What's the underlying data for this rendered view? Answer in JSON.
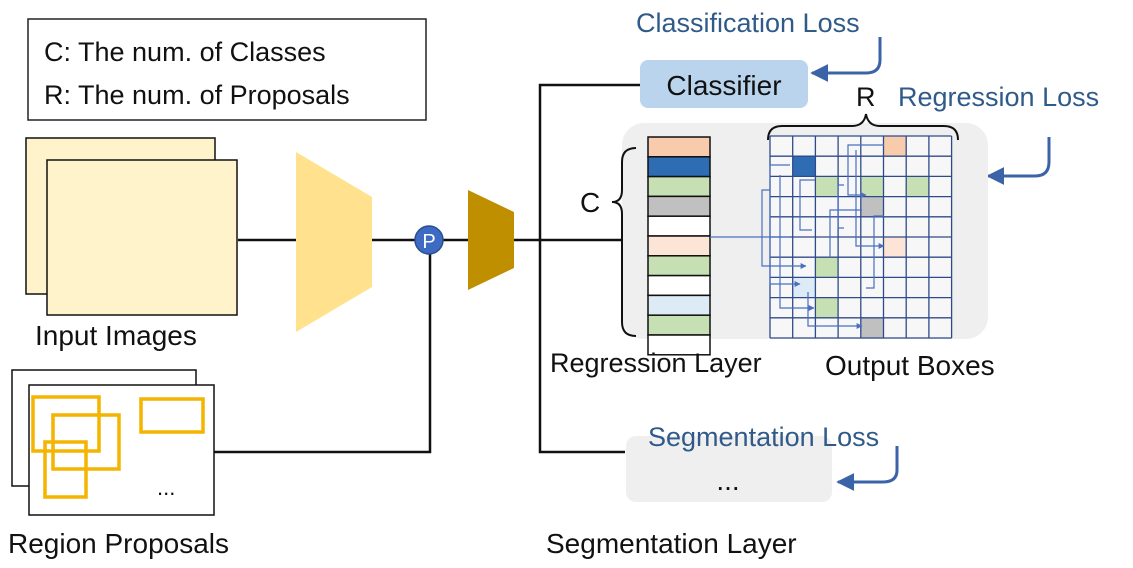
{
  "legend": {
    "line1": "C: The num. of Classes",
    "line2": "R: The num. of Proposals"
  },
  "labels": {
    "input_images": "Input Images",
    "region_proposals": "Region Proposals",
    "proposal_dots": "...",
    "pooling": "P",
    "classifier": "Classifier",
    "classification_loss": "Classification Loss",
    "regression_loss": "Regression Loss",
    "segmentation_loss": "Segmentation Loss",
    "regression_layer": "Regression Layer",
    "output_boxes": "Output Boxes",
    "segmentation_layer": "Segmentation Layer",
    "segmentation_dots": "...",
    "c_brace": "C",
    "r_brace": "R"
  },
  "colors": {
    "loss_text": "#2f5a8a",
    "loss_arrow": "#3a63a8",
    "image_fill": "#fff3cc",
    "proposal_box": "#f4b400",
    "backbone": "#ffe18e",
    "head": "#bf8f00",
    "pool_node": "#3d6bc4",
    "classifier_fill": "#b9d4ec",
    "panel_fill": "#efefef",
    "grid_line": "#2f4a8a",
    "connector": "#4a6fc0"
  },
  "regression_cells": [
    "#f8cbad",
    "#2e6db4",
    "#c6e0b4",
    "#c0c0c0",
    "#ffffff",
    "#fce4d6",
    "#c6e0b4",
    "#ffffff",
    "#ddebf7",
    "#c6e0b4",
    "#ffffff"
  ],
  "output_grid": {
    "cols": 8,
    "rows": 10,
    "cells": [
      {
        "col": 5,
        "row": 0,
        "color": "#f8cbad"
      },
      {
        "col": 1,
        "row": 1,
        "color": "#2e6db4"
      },
      {
        "col": 2,
        "row": 2,
        "color": "#c6e0b4"
      },
      {
        "col": 4,
        "row": 2,
        "color": "#c6e0b4"
      },
      {
        "col": 6,
        "row": 2,
        "color": "#c6e0b4"
      },
      {
        "col": 4,
        "row": 3,
        "color": "#c0c0c0"
      },
      {
        "col": 5,
        "row": 5,
        "color": "#fce4d6"
      },
      {
        "col": 2,
        "row": 6,
        "color": "#c6e0b4"
      },
      {
        "col": 1,
        "row": 7,
        "color": "#ddebf7"
      },
      {
        "col": 2,
        "row": 8,
        "color": "#c6e0b4"
      },
      {
        "col": 4,
        "row": 9,
        "color": "#c0c0c0"
      }
    ]
  }
}
